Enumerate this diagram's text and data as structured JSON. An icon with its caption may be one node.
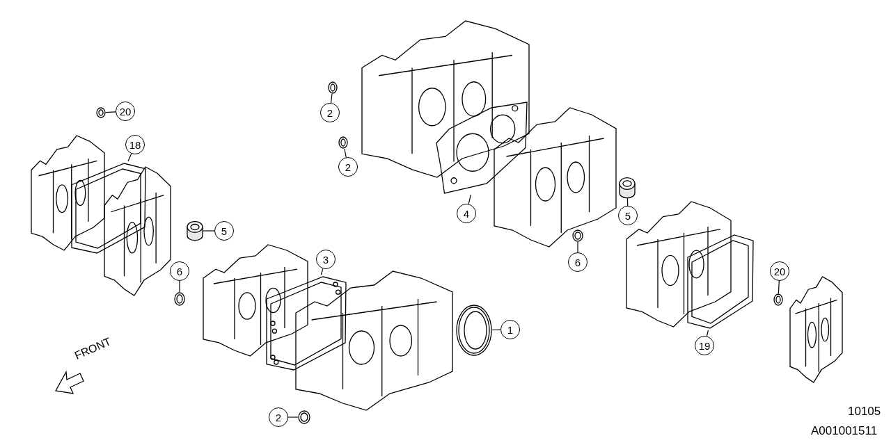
{
  "diagram": {
    "nodes": [
      {
        "text": [
          "20"
        ]
      },
      {
        "text": [],
        "shape": "circle"
      },
      {
        "text": [
          "18"
        ]
      },
      {
        "text": [],
        "shape": "picture"
      },
      {
        "text": [
          "2"
        ]
      },
      {
        "text": [],
        "shape": "circle"
      },
      {
        "text": [
          "2"
        ]
      },
      {
        "text": [],
        "shape": "circle"
      },
      {
        "text": [
          "4"
        ]
      },
      {
        "text": [],
        "shape": "picture"
      },
      {
        "text": [
          "5"
        ]
      },
      {
        "text": [],
        "shape": "cylinder"
      },
      {
        "text": [
          "5"
        ]
      },
      {
        "text": [],
        "shape": "cylinder"
      },
      {
        "text": [
          "6"
        ]
      },
      {
        "text": [],
        "shape": "circle"
      },
      {
        "text": [
          "6"
        ]
      },
      {
        "text": [],
        "shape": "circle"
      },
      {
        "text": [
          "3"
        ]
      },
      {
        "text": [],
        "shape": "picture"
      },
      {
        "text": [
          "1"
        ]
      },
      {
        "text": [],
        "shape": "circle"
      },
      {
        "text": [
          "2"
        ]
      },
      {
        "text": [],
        "shape": "circle"
      },
      {
        "text": [
          "19"
        ]
      },
      {
        "text": [],
        "shape": "picture"
      },
      {
        "text": [
          "20"
        ]
      },
      {
        "text": [],
        "shape": "circle"
      }
    ],
    "edges": [
      {
        "from": 0,
        "to": 1,
        "arrow": "none"
      },
      {
        "from": 2,
        "to": 3,
        "arrow": "none"
      },
      {
        "from": 4,
        "to": 5,
        "arrow": "none"
      },
      {
        "from": 6,
        "to": 7,
        "arrow": "none"
      },
      {
        "from": 8,
        "to": 9,
        "arrow": "none"
      },
      {
        "from": 10,
        "to": 11,
        "arrow": "none"
      },
      {
        "from": 12,
        "to": 13,
        "arrow": "none"
      },
      {
        "from": 14,
        "to": 15,
        "arrow": "none"
      },
      {
        "from": 16,
        "to": 17,
        "arrow": "none"
      },
      {
        "from": 18,
        "to": 19,
        "arrow": "none"
      },
      {
        "from": 20,
        "to": 21,
        "arrow": "none"
      },
      {
        "from": 22,
        "to": 23,
        "arrow": "none"
      },
      {
        "from": 24,
        "to": 25,
        "arrow": "none"
      },
      {
        "from": 26,
        "to": 27,
        "arrow": "none"
      }
    ],
    "labels": [
      "FRONT",
      "10105",
      "A001001511"
    ]
  }
}
